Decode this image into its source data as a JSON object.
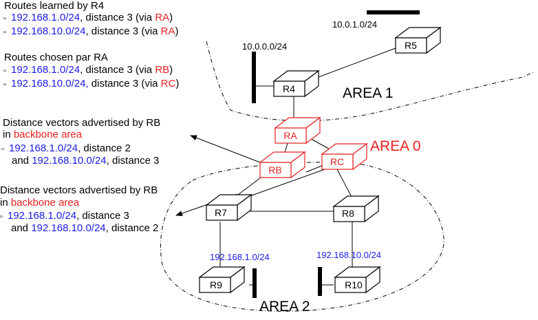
{
  "colors": {
    "blue": "#1a1ae6",
    "red": "#e62020",
    "black": "#000000"
  },
  "bullet": "▫",
  "areas": {
    "area1": "AREA 1",
    "area0": "AREA 0",
    "area2": "AREA 2"
  },
  "routers": {
    "r4": "R4",
    "r5": "R5",
    "ra": "RA",
    "rb": "RB",
    "rc": "RC",
    "r7": "R7",
    "r8": "R8",
    "r9": "R9",
    "r10": "R10"
  },
  "networks": {
    "n10_0_0_0": "10.0.0.0/24",
    "n10_0_1_0": "10.0.1.0/24",
    "n192_1": "192.168.1.0/24",
    "n192_10": "192.168.10.0/24"
  },
  "routes_learned": {
    "title": "Routes learned by R4",
    "items": [
      {
        "prefix": "192.168.1.0/24",
        "text": ", distance 3 (via ",
        "via": "RA",
        "close": ")"
      },
      {
        "prefix": "192.168.10.0/24",
        "text": ", distance 3 (via ",
        "via": "RA",
        "close": ")"
      }
    ]
  },
  "routes_chosen": {
    "title": "Routes chosen par RA",
    "items": [
      {
        "prefix": "192.168.1.0/24",
        "text": ", distance 3 (via ",
        "via": "RB",
        "close": ")"
      },
      {
        "prefix": "192.168.10.0/24,",
        "text": " distance 3 (via ",
        "via": "RC",
        "close": ")"
      }
    ]
  },
  "dv_backbone": {
    "title": "Distance vectors advertised by RB",
    "in": "in ",
    "area": "backbone area",
    "line1_prefix": "192.168.1.0/24",
    "line1_text": ", distance 2",
    "line2_and": "and ",
    "line2_prefix": "192.168.10.0/24",
    "line2_text": ", distance 3"
  },
  "dv_area2": {
    "title": "Distance vectors advertised by RB",
    "in": "in ",
    "area": "backbone area",
    "line1_prefix": "192.168.1.0/24",
    "line1_text": ", distance 3",
    "line2_and": "and ",
    "line2_prefix": "192.168.10.0/24",
    "line2_text": ", distance 2"
  }
}
